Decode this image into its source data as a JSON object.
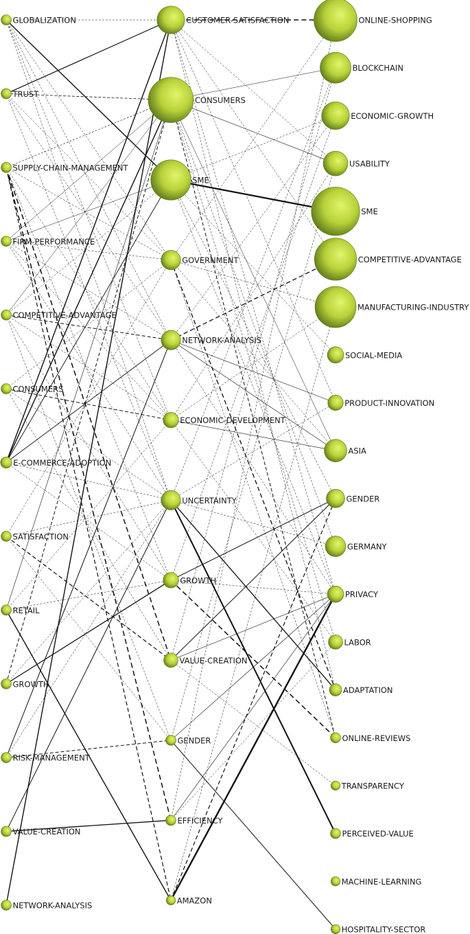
{
  "diagram": {
    "title": "",
    "columns": {
      "left": {
        "nodes": [
          {
            "id": "L1",
            "label": "GLOBALIZATION",
            "weight": 1
          },
          {
            "id": "L2",
            "label": "TRUST",
            "weight": 1
          },
          {
            "id": "L3",
            "label": "SUPPLY-CHAIN-MANAGEMENT",
            "weight": 1
          },
          {
            "id": "L4",
            "label": "FIRM-PERFORMANCE",
            "weight": 1
          },
          {
            "id": "L5",
            "label": "COMPETITIVE-ADVANTAGE",
            "weight": 1
          },
          {
            "id": "L6",
            "label": "CONSUMERS",
            "weight": 1
          },
          {
            "id": "L7",
            "label": "E-COMMERCE-ADOPTION",
            "weight": 1.1
          },
          {
            "id": "L8",
            "label": "SATISFACTION",
            "weight": 1
          },
          {
            "id": "L9",
            "label": "RETAIL",
            "weight": 1
          },
          {
            "id": "L10",
            "label": "GROWTH",
            "weight": 1
          },
          {
            "id": "L11",
            "label": "RISK-MANAGEMENT",
            "weight": 1
          },
          {
            "id": "L12",
            "label": "VALUE-CREATION",
            "weight": 1
          },
          {
            "id": "L13",
            "label": "NETWORK-ANALYSIS",
            "weight": 1
          }
        ]
      },
      "middle": {
        "nodes": [
          {
            "id": "M1",
            "label": "CUSTOMER-SATISFACTION",
            "weight": 2.7
          },
          {
            "id": "M2",
            "label": "CONSUMERS",
            "weight": 4.4
          },
          {
            "id": "M3",
            "label": "SME",
            "weight": 3.9
          },
          {
            "id": "M4",
            "label": "GOVERNMENT",
            "weight": 1.9
          },
          {
            "id": "M5",
            "label": "NETWORK-ANALYSIS",
            "weight": 1.9
          },
          {
            "id": "M6",
            "label": "ECONOMIC-DEVELOPMENT",
            "weight": 1.5
          },
          {
            "id": "M7",
            "label": "UNCERTAINTY",
            "weight": 1.9
          },
          {
            "id": "M8",
            "label": "GROWTH",
            "weight": 1.5
          },
          {
            "id": "M9",
            "label": "VALUE-CREATION",
            "weight": 1.4
          },
          {
            "id": "M10",
            "label": "GENDER",
            "weight": 1
          },
          {
            "id": "M11",
            "label": "EFFICIENCY",
            "weight": 1
          },
          {
            "id": "M12",
            "label": "AMAZON",
            "weight": 0.9
          }
        ]
      },
      "right": {
        "nodes": [
          {
            "id": "R1",
            "label": "ONLINE-SHOPPING",
            "weight": 4.2
          },
          {
            "id": "R2",
            "label": "BLOCKCHAIN",
            "weight": 3.0
          },
          {
            "id": "R3",
            "label": "ECONOMIC-GROWTH",
            "weight": 2.7
          },
          {
            "id": "R4",
            "label": "USABILITY",
            "weight": 2.4
          },
          {
            "id": "R5",
            "label": "SME",
            "weight": 4.7
          },
          {
            "id": "R6",
            "label": "COMPETITIVE-ADVANTAGE",
            "weight": 4.1
          },
          {
            "id": "R7",
            "label": "MANUFACTURING-INDUSTRY",
            "weight": 4.0
          },
          {
            "id": "R8",
            "label": "SOCIAL-MEDIA",
            "weight": 1.6
          },
          {
            "id": "R9",
            "label": "PRODUCT-INNOVATION",
            "weight": 1.5
          },
          {
            "id": "R10",
            "label": "ASIA",
            "weight": 2.2
          },
          {
            "id": "R11",
            "label": "GENDER",
            "weight": 1.8
          },
          {
            "id": "R12",
            "label": "GERMANY",
            "weight": 2.0
          },
          {
            "id": "R13",
            "label": "PRIVACY",
            "weight": 1.6
          },
          {
            "id": "R14",
            "label": "LABOR",
            "weight": 1.4
          },
          {
            "id": "R15",
            "label": "ADAPTATION",
            "weight": 1.2
          },
          {
            "id": "R16",
            "label": "ONLINE-REVIEWS",
            "weight": 1
          },
          {
            "id": "R17",
            "label": "TRANSPARENCY",
            "weight": 0.9
          },
          {
            "id": "R18",
            "label": "PERCEIVED-VALUE",
            "weight": 1
          },
          {
            "id": "R19",
            "label": "MACHINE-LEARNING",
            "weight": 0.9
          },
          {
            "id": "R20",
            "label": "HOSPITALITY-SECTOR",
            "weight": 0.9
          }
        ]
      }
    },
    "edges": [
      {
        "from": "L1",
        "to": "M3",
        "style": "solid",
        "strength": 1.4
      },
      {
        "from": "L1",
        "to": "M1",
        "style": "dashed",
        "strength": 0.5
      },
      {
        "from": "L1",
        "to": "M4",
        "style": "dashed",
        "strength": 0.5
      },
      {
        "from": "L1",
        "to": "M5",
        "style": "dashed",
        "strength": 0.5
      },
      {
        "from": "L1",
        "to": "M6",
        "style": "dashed",
        "strength": 0.5
      },
      {
        "from": "L1",
        "to": "M7",
        "style": "dashed",
        "strength": 0.5
      },
      {
        "from": "L2",
        "to": "M1",
        "style": "solid",
        "strength": 1.2
      },
      {
        "from": "L2",
        "to": "M2",
        "style": "dashed",
        "strength": 0.8
      },
      {
        "from": "L2",
        "to": "M4",
        "style": "dashed",
        "strength": 0.5
      },
      {
        "from": "L2",
        "to": "M5",
        "style": "dashed",
        "strength": 0.5
      },
      {
        "from": "L2",
        "to": "M7",
        "style": "dashed",
        "strength": 0.5
      },
      {
        "from": "L3",
        "to": "M2",
        "style": "dashed",
        "strength": 0.6
      },
      {
        "from": "L3",
        "to": "M4",
        "style": "dashed",
        "strength": 0.5
      },
      {
        "from": "L3",
        "to": "M6",
        "style": "dashed",
        "strength": 0.5
      },
      {
        "from": "L3",
        "to": "M8",
        "style": "dashed",
        "strength": 0.5
      },
      {
        "from": "L3",
        "to": "M9",
        "style": "dashed",
        "strength": 1.5
      },
      {
        "from": "L3",
        "to": "M11",
        "style": "dashed",
        "strength": 1.5
      },
      {
        "from": "L3",
        "to": "M12",
        "style": "dashed",
        "strength": 1.2
      },
      {
        "from": "L4",
        "to": "M2",
        "style": "solid",
        "strength": 0.5
      },
      {
        "from": "L4",
        "to": "M3",
        "style": "solid",
        "strength": 0.5
      },
      {
        "from": "L4",
        "to": "M4",
        "style": "dashed",
        "strength": 0.5
      },
      {
        "from": "L4",
        "to": "M5",
        "style": "dashed",
        "strength": 0.5
      },
      {
        "from": "L4",
        "to": "M6",
        "style": "dashed",
        "strength": 0.5
      },
      {
        "from": "L4",
        "to": "M7",
        "style": "dashed",
        "strength": 0.5
      },
      {
        "from": "L5",
        "to": "M2",
        "style": "solid",
        "strength": 0.5
      },
      {
        "from": "L5",
        "to": "M3",
        "style": "dashed",
        "strength": 0.5
      },
      {
        "from": "L5",
        "to": "M5",
        "style": "dashed",
        "strength": 1.0
      },
      {
        "from": "L5",
        "to": "M6",
        "style": "dashed",
        "strength": 0.5
      },
      {
        "from": "L5",
        "to": "M8",
        "style": "dashed",
        "strength": 0.5
      },
      {
        "from": "L5",
        "to": "M10",
        "style": "dashed",
        "strength": 0.5
      },
      {
        "from": "L6",
        "to": "M4",
        "style": "dashed",
        "strength": 0.5
      },
      {
        "from": "L6",
        "to": "M6",
        "style": "dashed",
        "strength": 1.0
      },
      {
        "from": "L6",
        "to": "M7",
        "style": "dashed",
        "strength": 0.5
      },
      {
        "from": "L6",
        "to": "M9",
        "style": "dashed",
        "strength": 0.5
      },
      {
        "from": "L7",
        "to": "M1",
        "style": "solid",
        "strength": 1.4
      },
      {
        "from": "L7",
        "to": "M2",
        "style": "solid",
        "strength": 1.4
      },
      {
        "from": "L7",
        "to": "M3",
        "style": "solid",
        "strength": 0.9
      },
      {
        "from": "L7",
        "to": "M5",
        "style": "solid",
        "strength": 0.9
      },
      {
        "from": "L7",
        "to": "M7",
        "style": "dashed",
        "strength": 0.5
      },
      {
        "from": "L7",
        "to": "M8",
        "style": "dashed",
        "strength": 0.5
      },
      {
        "from": "L8",
        "to": "M4",
        "style": "dashed",
        "strength": 0.5
      },
      {
        "from": "L8",
        "to": "M7",
        "style": "dashed",
        "strength": 0.5
      },
      {
        "from": "L8",
        "to": "M9",
        "style": "dashed",
        "strength": 1.2
      },
      {
        "from": "L8",
        "to": "M10",
        "style": "dashed",
        "strength": 0.5
      },
      {
        "from": "L9",
        "to": "M12",
        "style": "solid",
        "strength": 1.4
      },
      {
        "from": "L9",
        "to": "M2",
        "style": "solid",
        "strength": 0.6
      },
      {
        "from": "L9",
        "to": "M6",
        "style": "dashed",
        "strength": 0.5
      },
      {
        "from": "L9",
        "to": "M8",
        "style": "dashed",
        "strength": 0.5
      },
      {
        "from": "L10",
        "to": "M8",
        "style": "solid",
        "strength": 1.3
      },
      {
        "from": "L10",
        "to": "M2",
        "style": "dashed",
        "strength": 1.0
      },
      {
        "from": "L10",
        "to": "M7",
        "style": "dashed",
        "strength": 0.5
      },
      {
        "from": "L11",
        "to": "M5",
        "style": "solid",
        "strength": 1.0
      },
      {
        "from": "L11",
        "to": "M10",
        "style": "dashed",
        "strength": 1.0
      },
      {
        "from": "L11",
        "to": "M7",
        "style": "dashed",
        "strength": 0.5
      },
      {
        "from": "L12",
        "to": "M11",
        "style": "solid",
        "strength": 1.3
      },
      {
        "from": "L12",
        "to": "M7",
        "style": "solid",
        "strength": 1.0
      },
      {
        "from": "L13",
        "to": "M1",
        "style": "solid",
        "strength": 1.4
      },
      {
        "from": "M1",
        "to": "R1",
        "style": "dashed",
        "strength": 1.4
      },
      {
        "from": "M1",
        "to": "R4",
        "style": "dashed",
        "strength": 0.5
      },
      {
        "from": "M1",
        "to": "R6",
        "style": "dashed",
        "strength": 0.5
      },
      {
        "from": "M1",
        "to": "R9",
        "style": "dashed",
        "strength": 0.5
      },
      {
        "from": "M1",
        "to": "R13",
        "style": "dashed",
        "strength": 0.5
      },
      {
        "from": "M1",
        "to": "R15",
        "style": "dashed",
        "strength": 0.5
      },
      {
        "from": "M2",
        "to": "R2",
        "style": "solid",
        "strength": 0.5
      },
      {
        "from": "M2",
        "to": "R4",
        "style": "solid",
        "strength": 0.6
      },
      {
        "from": "M2",
        "to": "R10",
        "style": "solid",
        "strength": 0.5
      },
      {
        "from": "M2",
        "to": "R14",
        "style": "dashed",
        "strength": 0.5
      },
      {
        "from": "M2",
        "to": "R16",
        "style": "dashed",
        "strength": 1.0
      },
      {
        "from": "M2",
        "to": "R12",
        "style": "dashed",
        "strength": 0.5
      },
      {
        "from": "M3",
        "to": "R5",
        "style": "solid",
        "strength": 2.2
      },
      {
        "from": "M3",
        "to": "R3",
        "style": "dashed",
        "strength": 0.5
      },
      {
        "from": "M3",
        "to": "R8",
        "style": "dashed",
        "strength": 0.5
      },
      {
        "from": "M3",
        "to": "R11",
        "style": "dashed",
        "strength": 0.5
      },
      {
        "from": "M3",
        "to": "R13",
        "style": "dashed",
        "strength": 0.5
      },
      {
        "from": "M4",
        "to": "R1",
        "style": "dashed",
        "strength": 0.5
      },
      {
        "from": "M4",
        "to": "R7",
        "style": "dashed",
        "strength": 0.5
      },
      {
        "from": "M4",
        "to": "R10",
        "style": "dashed",
        "strength": 0.5
      },
      {
        "from": "M4",
        "to": "R15",
        "style": "dashed",
        "strength": 1.3
      },
      {
        "from": "M4",
        "to": "R16",
        "style": "dashed",
        "strength": 0.5
      },
      {
        "from": "M5",
        "to": "R6",
        "style": "dashed",
        "strength": 1.3
      },
      {
        "from": "M5",
        "to": "R9",
        "style": "solid",
        "strength": 0.6
      },
      {
        "from": "M5",
        "to": "R10",
        "style": "solid",
        "strength": 0.6
      },
      {
        "from": "M5",
        "to": "R13",
        "style": "dashed",
        "strength": 0.5
      },
      {
        "from": "M5",
        "to": "R3",
        "style": "dashed",
        "strength": 0.5
      },
      {
        "from": "M6",
        "to": "R10",
        "style": "solid",
        "strength": 0.6
      },
      {
        "from": "M6",
        "to": "R4",
        "style": "dashed",
        "strength": 0.5
      },
      {
        "from": "M6",
        "to": "R7",
        "style": "dashed",
        "strength": 0.5
      },
      {
        "from": "M6",
        "to": "R14",
        "style": "dashed",
        "strength": 0.5
      },
      {
        "from": "M7",
        "to": "R18",
        "style": "solid",
        "strength": 2.0
      },
      {
        "from": "M7",
        "to": "R15",
        "style": "solid",
        "strength": 1.3
      },
      {
        "from": "M7",
        "to": "R2",
        "style": "dashed",
        "strength": 0.5
      },
      {
        "from": "M7",
        "to": "R9",
        "style": "dashed",
        "strength": 0.5
      },
      {
        "from": "M7",
        "to": "R12",
        "style": "dashed",
        "strength": 0.5
      },
      {
        "from": "M8",
        "to": "R11",
        "style": "solid",
        "strength": 1.0
      },
      {
        "from": "M8",
        "to": "R16",
        "style": "dashed",
        "strength": 1.5
      },
      {
        "from": "M8",
        "to": "R3",
        "style": "dashed",
        "strength": 0.5
      },
      {
        "from": "M8",
        "to": "R13",
        "style": "dashed",
        "strength": 0.5
      },
      {
        "from": "M9",
        "to": "R11",
        "style": "solid",
        "strength": 1.0
      },
      {
        "from": "M9",
        "to": "R13",
        "style": "solid",
        "strength": 0.6
      },
      {
        "from": "M9",
        "to": "R2",
        "style": "dashed",
        "strength": 0.5
      },
      {
        "from": "M9",
        "to": "R17",
        "style": "dashed",
        "strength": 0.5
      },
      {
        "from": "M10",
        "to": "R20",
        "style": "solid",
        "strength": 1.0
      },
      {
        "from": "M10",
        "to": "R13",
        "style": "solid",
        "strength": 0.6
      },
      {
        "from": "M10",
        "to": "R4",
        "style": "dashed",
        "strength": 0.5
      },
      {
        "from": "M11",
        "to": "R13",
        "style": "solid",
        "strength": 0.6
      },
      {
        "from": "M11",
        "to": "R1",
        "style": "dashed",
        "strength": 0.5
      },
      {
        "from": "M11",
        "to": "R14",
        "style": "dashed",
        "strength": 0.5
      },
      {
        "from": "M12",
        "to": "R13",
        "style": "solid",
        "strength": 2.4
      },
      {
        "from": "M12",
        "to": "R11",
        "style": "dashed",
        "strength": 1.2
      },
      {
        "from": "M12",
        "to": "R7",
        "style": "dashed",
        "strength": 0.5
      }
    ]
  },
  "colors": {
    "node_fill_center": "#e2f56a",
    "node_fill_mid": "#b8d23a",
    "node_fill_edge": "#5e7a1a",
    "edge": "#111111",
    "label": "#1a1a1a",
    "background": "#ffffff"
  }
}
